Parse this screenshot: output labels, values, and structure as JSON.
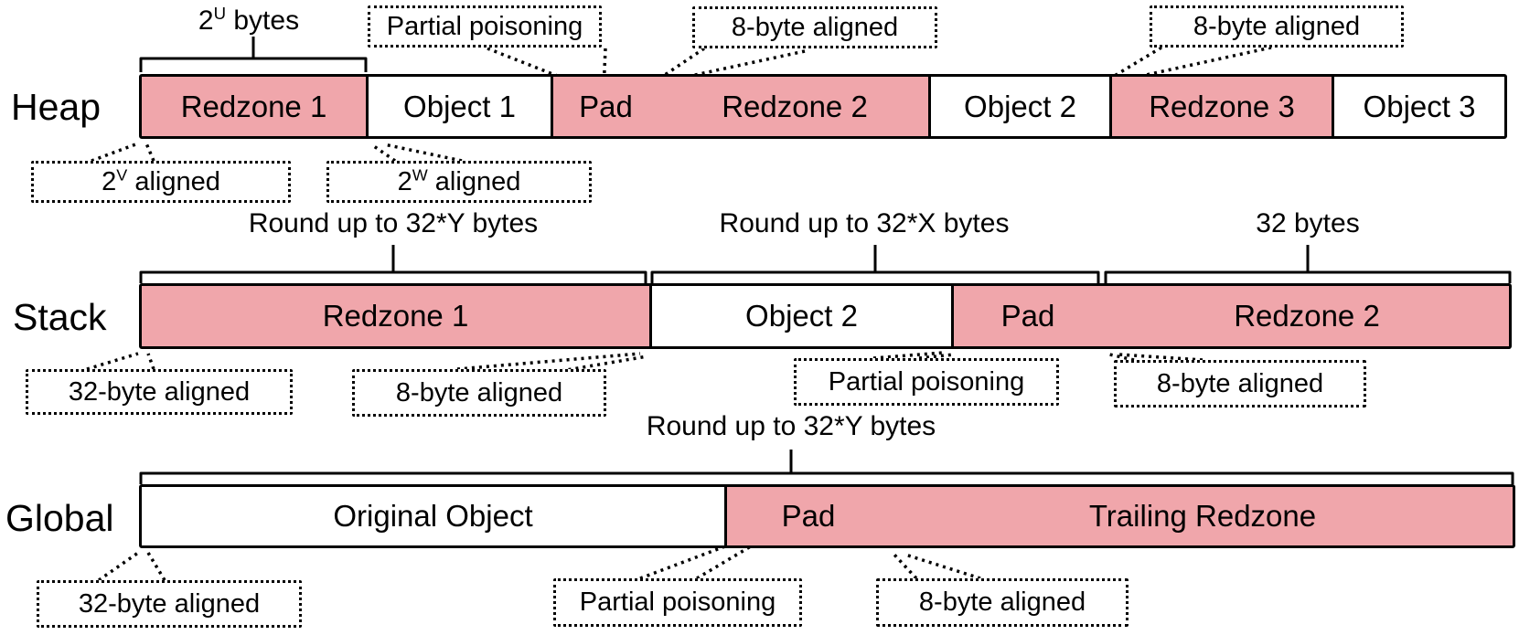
{
  "diagram": {
    "colors": {
      "redzone": "#F0A6AB",
      "background": "#FFFFFF",
      "line": "#000000"
    },
    "heap": {
      "row_label": "Heap",
      "size_bracket": {
        "base": "2",
        "sup": "U",
        "rest": " bytes"
      },
      "segments": {
        "redzone1": "Redzone 1",
        "object1": "Object 1",
        "pad": "Pad",
        "redzone2": "Redzone 2",
        "object2": "Object 2",
        "redzone3": "Redzone 3",
        "object3": "Object 3"
      },
      "callouts": {
        "partial_poisoning": "Partial poisoning",
        "aligned_8_mid": "8-byte aligned",
        "aligned_8_right": "8-byte aligned",
        "aligned_v": {
          "base": "2",
          "sup": "V",
          "rest": " aligned"
        },
        "aligned_w": {
          "base": "2",
          "sup": "W",
          "rest": " aligned"
        }
      }
    },
    "stack": {
      "row_label": "Stack",
      "size_brackets": {
        "redzone1": "Round up to 32*Y bytes",
        "object2": "Round up to 32*X bytes",
        "redzone2": "32 bytes"
      },
      "segments": {
        "redzone1": "Redzone 1",
        "object2": "Object 2",
        "pad": "Pad",
        "redzone2": "Redzone 2"
      },
      "callouts": {
        "aligned_32": "32-byte aligned",
        "aligned_8_left": "8-byte aligned",
        "partial_poisoning": "Partial poisoning",
        "aligned_8_right": "8-byte aligned"
      }
    },
    "global": {
      "row_label": "Global",
      "size_bracket": "Round up to 32*Y bytes",
      "segments": {
        "original_object": "Original Object",
        "pad": "Pad",
        "trailing_redzone": "Trailing Redzone"
      },
      "callouts": {
        "aligned_32": "32-byte aligned",
        "partial_poisoning": "Partial poisoning",
        "aligned_8": "8-byte aligned"
      }
    }
  }
}
